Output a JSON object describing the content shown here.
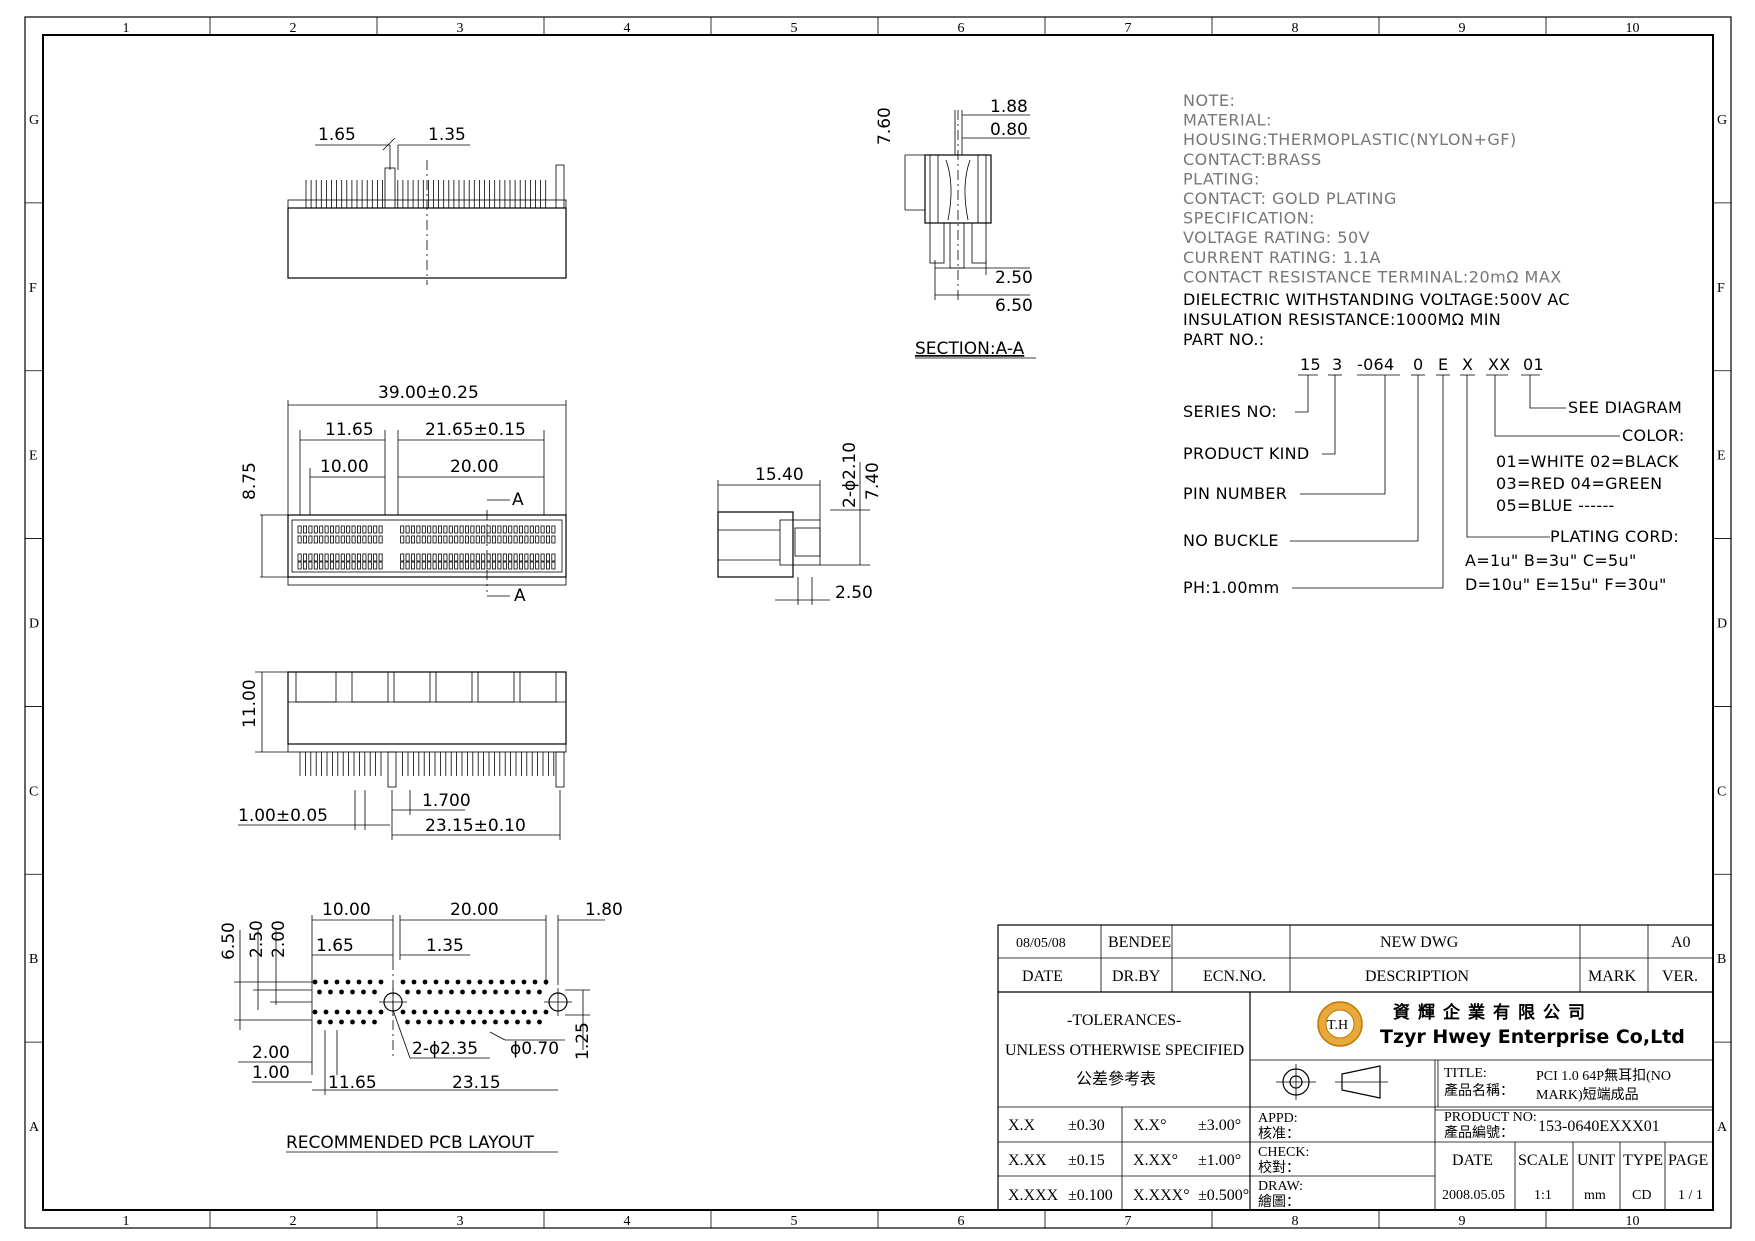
{
  "grid": {
    "cols": [
      "1",
      "2",
      "3",
      "4",
      "5",
      "6",
      "7",
      "8",
      "9",
      "10"
    ],
    "rows": [
      "G",
      "F",
      "E",
      "D",
      "C",
      "B",
      "A"
    ]
  },
  "notes": {
    "gray": [
      "NOTE:",
      "MATERIAL:",
      "HOUSING:THERMOPLASTIC(NYLON+GF)",
      "CONTACT:BRASS",
      "PLATING:",
      "CONTACT: GOLD PLATING",
      "SPECIFICATION:",
      "VOLTAGE RATING: 50V",
      "CURRENT RATING: 1.1A",
      "CONTACT RESISTANCE TERMINAL:20mΩ MAX"
    ],
    "black": [
      "DIELECTRIC WITHSTANDING VOLTAGE:500V AC",
      "INSULATION RESISTANCE:1000MΩ MIN",
      "PART NO.:"
    ]
  },
  "part_no": {
    "segments": [
      "15",
      "3",
      "-064",
      "0",
      "E",
      "X",
      "XX",
      "01"
    ],
    "labels": {
      "series": "SERIES NO:",
      "product_kind": "PRODUCT KIND",
      "pin_number": "PIN NUMBER",
      "no_buckle": "NO BUCKLE",
      "pitch": "PH:1.00mm",
      "see_diagram": "SEE DIAGRAM",
      "color": "COLOR:",
      "plating_cord": "PLATING CORD:"
    },
    "color_lines": [
      "01=WHITE 02=BLACK",
      "03=RED 04=GREEN",
      "05=BLUE ------"
    ],
    "plating_lines": [
      "A=1u\" B=3u\" C=5u\"",
      "D=10u\" E=15u\" F=30u\""
    ]
  },
  "dims": {
    "top_view": [
      "1.65",
      "1.35"
    ],
    "section": [
      "7.60",
      "1.88",
      "0.80",
      "2.50",
      "6.50"
    ],
    "section_label": "SECTION:A-A",
    "plan_view": [
      "39.00±0.25",
      "11.65",
      "21.65±0.15",
      "10.00",
      "20.00",
      "8.75",
      "A",
      "A"
    ],
    "side_view": [
      "15.40",
      "2-ϕ2.10",
      "7.40",
      "2.50"
    ],
    "front_view": [
      "11.00",
      "1.700",
      "1.00±0.05",
      "23.15±0.10"
    ],
    "pcb": [
      "10.00",
      "20.00",
      "1.80",
      "6.50",
      "2.50",
      "2.00",
      "1.65",
      "1.35",
      "2.00",
      "1.00",
      "2-ϕ2.35",
      "ϕ0.70",
      "1.25",
      "11.65",
      "23.15"
    ],
    "pcb_label": "RECOMMENDED PCB LAYOUT"
  },
  "title_block": {
    "rev_date": "08/05/08",
    "rev_drby": "BENDEE",
    "rev_desc": "NEW DWG",
    "rev_ver": "A0",
    "h_date": "DATE",
    "h_drby": "DR.BY",
    "h_ecn": "ECN.NO.",
    "h_desc": "DESCRIPTION",
    "h_mark": "MARK",
    "h_ver": "VER.",
    "tol1": "-TOLERANCES-",
    "tol2": "UNLESS OTHERWISE SPECIFIED",
    "tol3": "公差參考表",
    "company_cn": "資輝企業有限公司",
    "company_en": "Tzyr Hwey Enterprise Co,Ltd",
    "logo_text": "T.H",
    "title_lbl": "TITLE:",
    "title_lbl_cn": "產品名稱：",
    "title_val1": "PCI 1.0 64P無耳扣(NO",
    "title_val2": "MARK)短端成品",
    "pn_lbl": "PRODUCT NO:",
    "pn_lbl_cn": "產品編號：",
    "pn_val": "153-0640EXXX01",
    "appd": "APPD:",
    "appd_cn": "核准：",
    "check": "CHECK:",
    "check_cn": "校對：",
    "draw": "DRAW:",
    "draw_cn": "繪圖：",
    "tol_rows": [
      [
        "X.X",
        "±0.30",
        "X.X°",
        "±3.00°"
      ],
      [
        "X.XX",
        "±0.15",
        "X.XX°",
        "±1.00°"
      ],
      [
        "X.XXX",
        "±0.100",
        "X.XXX°",
        "±0.500°"
      ]
    ],
    "date_h": "DATE",
    "scale_h": "SCALE",
    "unit_h": "UNIT",
    "type_h": "TYPE",
    "page_h": "PAGE",
    "date_v": "2008.05.05",
    "scale_v": "1:1",
    "unit_v": "mm",
    "type_v": "CD",
    "page_v": "1 / 1"
  }
}
